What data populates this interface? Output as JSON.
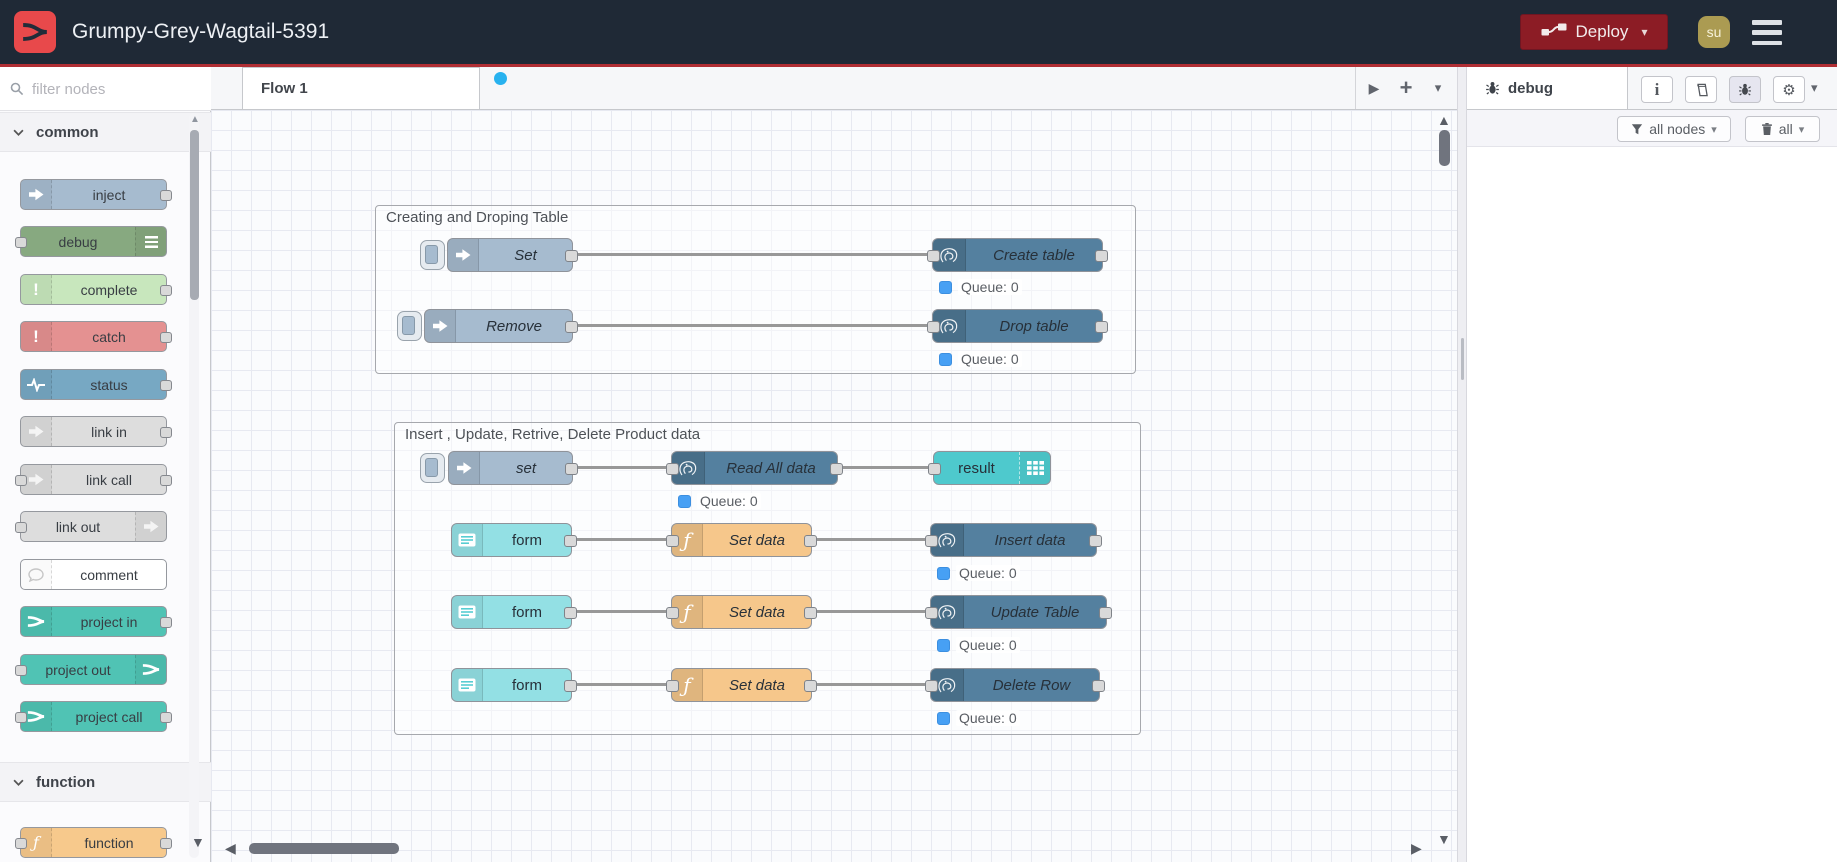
{
  "colors": {
    "header_bg": "#1f2936",
    "header_accent_line": "#b02e34",
    "logo_red": "#e8494b",
    "deploy_bg": "#8c1c25",
    "avatar_bg": "#ab9b52",
    "node_inject": "#a6bbcf",
    "node_debug": "#87a980",
    "node_complete": "#c8e7bd",
    "node_catch": "#e49191",
    "node_status": "#77a8c3",
    "node_link": "#dddddd",
    "node_comment": "#ffffff",
    "node_project": "#50c3b4",
    "node_function": "#f7c98c",
    "node_postgres": "#54809f",
    "node_table": "#4ec9cd",
    "node_form": "#93e0e4",
    "queue_dot": "#47a0f4",
    "tab_modified_dot": "#28b2ef",
    "wire": "#989898"
  },
  "icons": {
    "play": "▶",
    "plus": "+",
    "caret": "▾",
    "up": "▲",
    "down": "▼",
    "left": "◀",
    "right": "▶",
    "info": "i",
    "gear": "⚙",
    "bang": "!",
    "fx": "ƒ"
  },
  "header": {
    "title": "Grumpy-Grey-Wagtail-5391",
    "deploy_label": "Deploy",
    "avatar_label": "su"
  },
  "palette": {
    "search_placeholder": "filter nodes",
    "category_common": "common",
    "category_function": "function",
    "items": [
      "inject",
      "debug",
      "complete",
      "catch",
      "status",
      "link in",
      "link call",
      "link out",
      "comment",
      "project in",
      "project out",
      "project call",
      "function"
    ]
  },
  "workspace": {
    "tab_label": "Flow 1",
    "queue_label": "Queue: 0",
    "group1": {
      "title": "Creating and Droping Table",
      "inject1": "Set",
      "pg_create": "Create table",
      "inject2": "Remove",
      "pg_drop": "Drop table"
    },
    "group2": {
      "title": "Insert , Update, Retrive, Delete Product data",
      "inject": "set",
      "pg_read": "Read All data",
      "result": "result",
      "form": "form",
      "func": "Set data",
      "pg_insert": "Insert data",
      "pg_update": "Update Table",
      "pg_delete": "Delete Row"
    }
  },
  "sidebar": {
    "tab_label": "debug",
    "filter_label": "all nodes",
    "clear_label": "all"
  }
}
